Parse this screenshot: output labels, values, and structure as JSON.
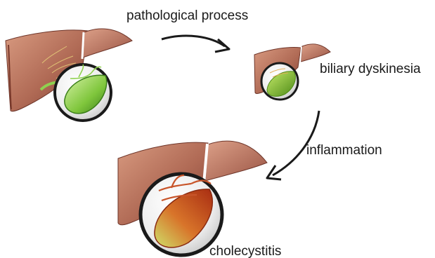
{
  "labels": {
    "pathological_process": "pathological process",
    "biliary_dyskinesia": "biliary dyskinesia",
    "inflammation": "inflammation",
    "cholecystitis": "cholecystitis"
  },
  "colors": {
    "liver_light": "#c98a72",
    "liver_dark": "#8a4a3c",
    "gallbladder_healthy": "#8fd14f",
    "gallbladder_dyskinesia": "#7cb52a",
    "gallbladder_inflamed": "#c84a1c",
    "arrow": "#1a1a1a"
  }
}
